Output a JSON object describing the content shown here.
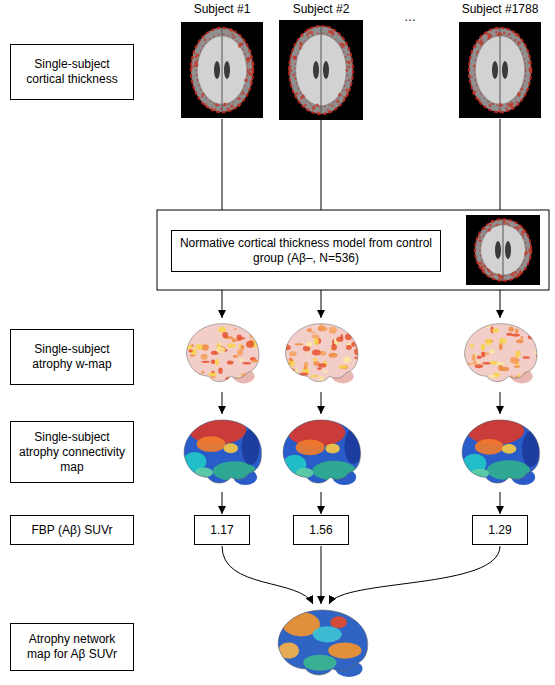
{
  "diagram": {
    "nodes": [
      {
        "text": [
          "Single-subject cortical thickness"
        ]
      },
      {
        "text": [
          "Normative cortical thickness model from control group (Aβ–, N=536)"
        ]
      },
      {
        "text": [
          "Single-subject atrophy w-map"
        ]
      },
      {
        "text": [
          "Single-subject atrophy connectivity map"
        ]
      },
      {
        "text": [
          "FBP (Aβ) SUVr"
        ]
      },
      {
        "text": [
          "1.17"
        ]
      },
      {
        "text": [
          "1.56"
        ]
      },
      {
        "text": [
          "1.29"
        ]
      },
      {
        "text": [
          "Atrophy network map for Aβ SUVr"
        ]
      }
    ],
    "labels": [
      "Subject #1",
      "Subject #2",
      "…",
      "Subject #1788"
    ]
  }
}
